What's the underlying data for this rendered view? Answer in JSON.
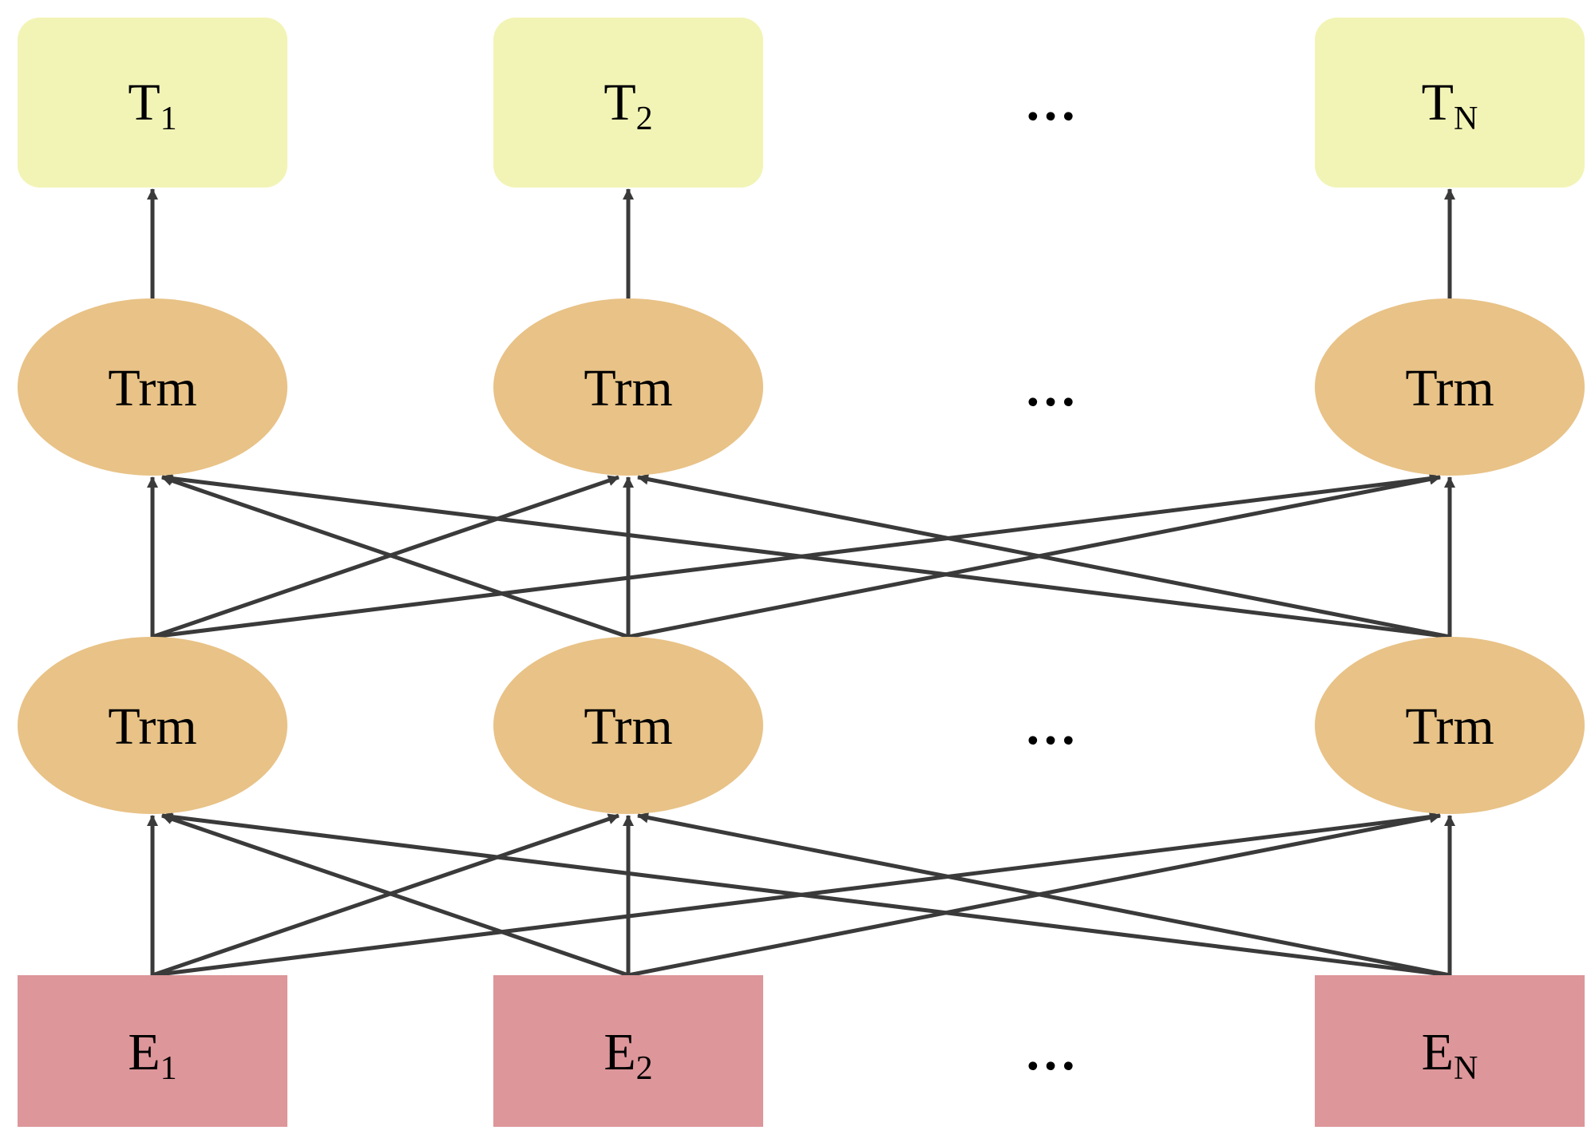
{
  "outputs": [
    {
      "main": "T",
      "sub": "1"
    },
    {
      "main": "T",
      "sub": "2"
    },
    {
      "main": "T",
      "sub": "N"
    }
  ],
  "trm_upper": [
    {
      "label": "Trm"
    },
    {
      "label": "Trm"
    },
    {
      "label": "Trm"
    }
  ],
  "trm_lower": [
    {
      "label": "Trm"
    },
    {
      "label": "Trm"
    },
    {
      "label": "Trm"
    }
  ],
  "inputs": [
    {
      "main": "E",
      "sub": "1"
    },
    {
      "main": "E",
      "sub": "2"
    },
    {
      "main": "E",
      "sub": "N"
    }
  ],
  "ellipsis": "…",
  "colors": {
    "output_fill": "#f2f4b6",
    "trm_fill": "#e8c287",
    "input_fill": "#dd969a",
    "arrow": "#3a3a3a"
  }
}
